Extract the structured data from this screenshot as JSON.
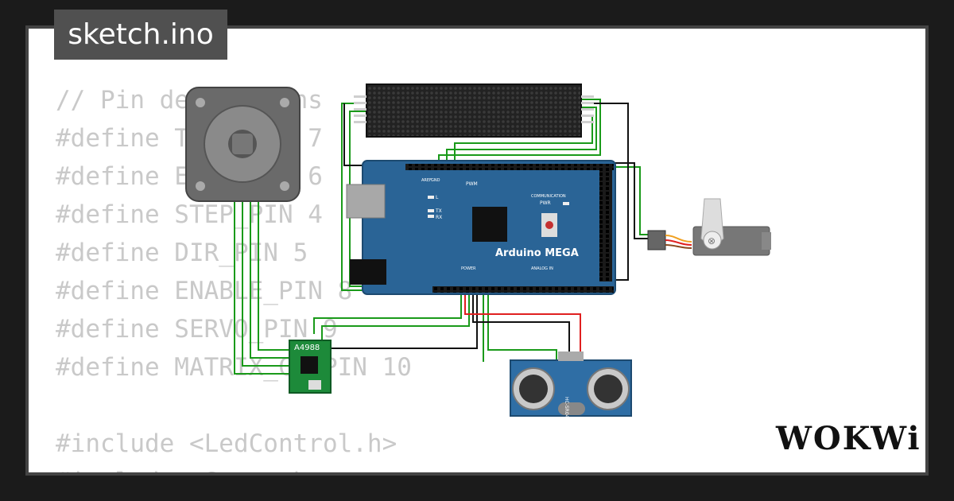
{
  "editor": {
    "tab_title": "sketch.ino",
    "code_lines": [
      "// Pin definitions",
      "#define TRIG_PIN 7",
      "#define ECHO_PIN 6",
      "#define STEP_PIN 4",
      "#define DIR_PIN 5",
      "#define ENABLE_PIN 8",
      "#define SERVO_PIN 9",
      "#define MATRIX_CS_PIN 10",
      "",
      "#include <LedControl.h>",
      "#include <Servo.h>"
    ]
  },
  "board": {
    "name": "Arduino MEGA",
    "header_labels": {
      "pwm": "PWM",
      "communication": "COMMUNICATION",
      "power": "POWER",
      "analog_in": "ANALOG IN",
      "aref": "AREF",
      "gnd": "GND",
      "led_l": "L",
      "tx": "TX",
      "rx": "RX",
      "pwr": "PWR"
    }
  },
  "driver": {
    "name": "A4988"
  },
  "sensor": {
    "name": "HC-SR04"
  },
  "brand": {
    "logo_text": "WOKWi"
  },
  "colors": {
    "board_blue": "#2a6496",
    "wire_green": "#1a9a1a",
    "wire_black": "#111111",
    "wire_red": "#e02020",
    "code_gray": "#c9c9c9",
    "tab_gray": "#505050",
    "driver_green": "#1d8a3a",
    "sensor_blue": "#2f6ea5"
  },
  "icons": [
    "stepper-motor-icon",
    "servo-icon",
    "led-matrix-icon",
    "ultrasonic-sensor-icon"
  ]
}
